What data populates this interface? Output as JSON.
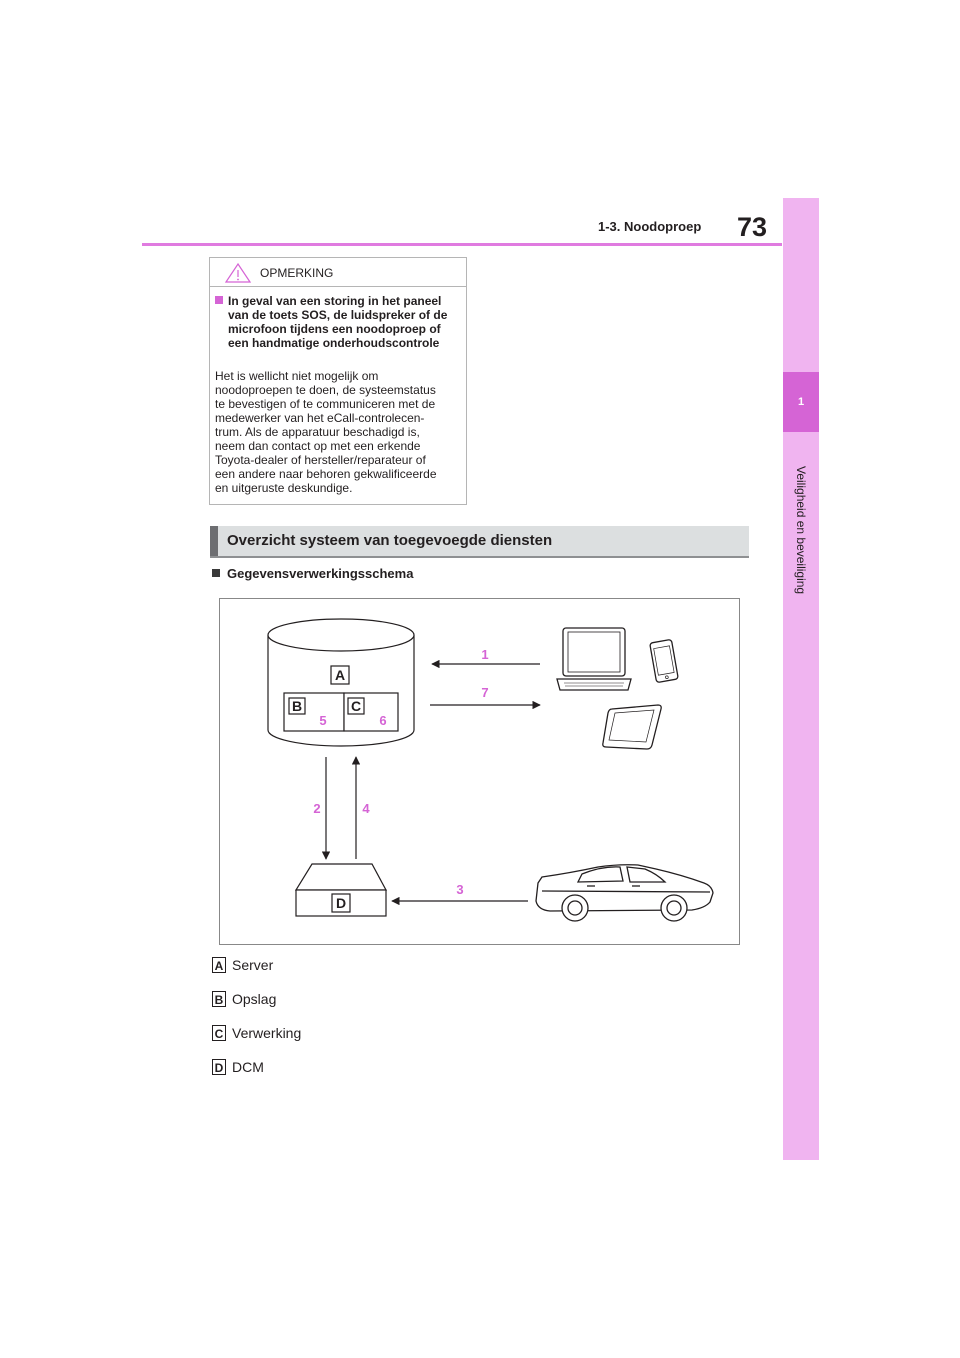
{
  "header": {
    "page_number": "73",
    "section": "1-3. Noodoproep"
  },
  "side_tab": {
    "chapter": "1",
    "label": "Veiligheid en beveiliging"
  },
  "note": {
    "title": "OPMERKING",
    "heading": "In geval van een storing in het paneel van de toets SOS, de luidspreker of de microfoon tijdens een noodoproep of een handmatige onderhoudscontrole",
    "body_lines": [
      "Het is wellicht niet mogelijk om",
      "noodoproepen te doen, de systeemstatus",
      "te bevestigen of te communiceren met de",
      "medewerker van het eCall-controlecen-",
      "trum. Als de apparatuur beschadigd is,",
      "neem dan contact op met een erkende",
      "Toyota-dealer of hersteller/reparateur of",
      "een andere naar behoren gekwalificeerde",
      "en uitgeruste deskundige."
    ]
  },
  "section": {
    "title": "Overzicht systeem van toegevoegde diensten"
  },
  "subheading": "Gegevensverwerkingsschema",
  "diagram": {
    "labels": {
      "a": "A",
      "b": "B",
      "c": "C",
      "d": "D"
    },
    "numbers": {
      "n1": "1",
      "n2": "2",
      "n3": "3",
      "n4": "4",
      "n5": "5",
      "n6": "6",
      "n7": "7"
    }
  },
  "legend": [
    {
      "letter": "A",
      "text": "Server"
    },
    {
      "letter": "B",
      "text": "Opslag"
    },
    {
      "letter": "C",
      "text": "Verwerking"
    },
    {
      "letter": "D",
      "text": "DCM"
    }
  ],
  "colors": {
    "accent": "#d564d5",
    "strip": "#f0b4f0",
    "bar": "#dcdfe0"
  }
}
